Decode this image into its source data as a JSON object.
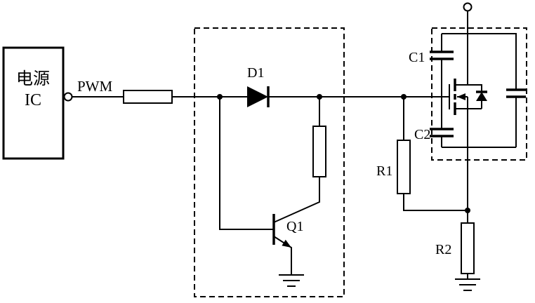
{
  "schematic": {
    "colors": {
      "background": "#ffffff",
      "line": "#000000"
    },
    "labels": {
      "power_ic_line1": "电源",
      "power_ic_line2": "IC",
      "pwm_signal": "PWM",
      "diode": "D1",
      "transistor": "Q1",
      "capacitor1": "C1",
      "capacitor2": "C2",
      "resistor1": "R1",
      "resistor2": "R2"
    }
  }
}
